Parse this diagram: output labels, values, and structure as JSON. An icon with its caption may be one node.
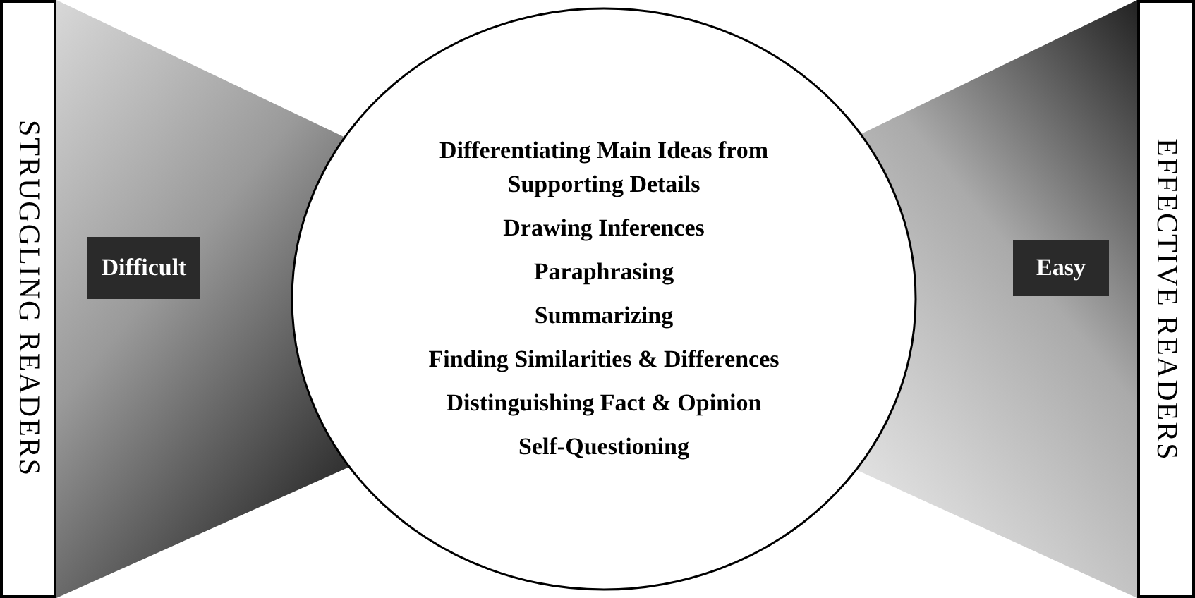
{
  "diagram": {
    "nodes": [
      {
        "text": [
          "STRUGGLING READERS"
        ]
      },
      {
        "text": [
          "Difficult"
        ]
      },
      {
        "text": [
          "Differentiating Main Ideas from Supporting Details",
          "Drawing Inferences",
          "Paraphrasing",
          "Summarizing",
          "Finding Similarities & Differences",
          "Distinguishing Fact & Opinion",
          "Self-Questioning"
        ]
      },
      {
        "text": [
          "Easy"
        ]
      },
      {
        "text": [
          "EFFECTIVE READERS"
        ]
      }
    ]
  }
}
